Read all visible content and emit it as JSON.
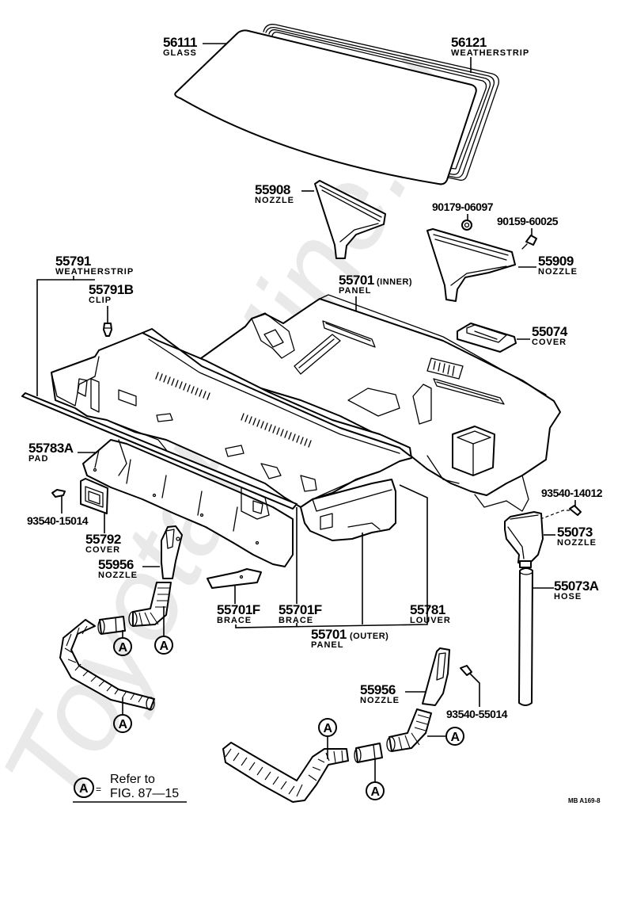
{
  "diagram": {
    "watermark": "ToyotaRMine.ru",
    "figure_code": "MB A169-8",
    "legend": {
      "symbol": "A",
      "equals": "=",
      "line1": "Refer to",
      "line2": "FIG. 87—15"
    },
    "callouts": {
      "glass": {
        "part": "56111",
        "name": "GLASS"
      },
      "weatherstrip_windshield": {
        "part": "56121",
        "name": "WEATHERSTRIP"
      },
      "nozzle_left_defroster": {
        "part": "55908",
        "name": "NOZZLE"
      },
      "nut": {
        "part": "90179-06097"
      },
      "screw_nozzle": {
        "part": "90159-60025"
      },
      "nozzle_right_defroster": {
        "part": "55909",
        "name": "NOZZLE"
      },
      "weatherstrip_cowl": {
        "part": "55791",
        "name": "WEATHERSTRIP"
      },
      "clip": {
        "part": "55791B",
        "name": "CLIP"
      },
      "panel_inner": {
        "part": "55701",
        "qualifier": "(INNER)",
        "name": "PANEL"
      },
      "cover_top": {
        "part": "55074",
        "name": "COVER"
      },
      "pad": {
        "part": "55783A",
        "name": "PAD"
      },
      "screw_cover": {
        "part": "93540-15014"
      },
      "cover_side": {
        "part": "55792",
        "name": "COVER"
      },
      "nozzle_side_left": {
        "part": "55956",
        "name": "NOZZLE"
      },
      "screw_nozzle_side": {
        "part": "93540-14012"
      },
      "nozzle_side_right": {
        "part": "55073",
        "name": "NOZZLE"
      },
      "hose": {
        "part": "55073A",
        "name": "HOSE"
      },
      "brace_left": {
        "part": "55701F",
        "name": "BRACE"
      },
      "brace_right": {
        "part": "55701F",
        "name": "BRACE"
      },
      "louver": {
        "part": "55781",
        "name": "LOUVER"
      },
      "panel_outer": {
        "part": "55701",
        "qualifier": "(OUTER)",
        "name": "PANEL"
      },
      "nozzle_lower": {
        "part": "55956",
        "name": "NOZZLE"
      },
      "screw_lower": {
        "part": "93540-55014"
      }
    },
    "ref_markers": [
      "A",
      "A",
      "A",
      "A",
      "A",
      "A"
    ]
  }
}
